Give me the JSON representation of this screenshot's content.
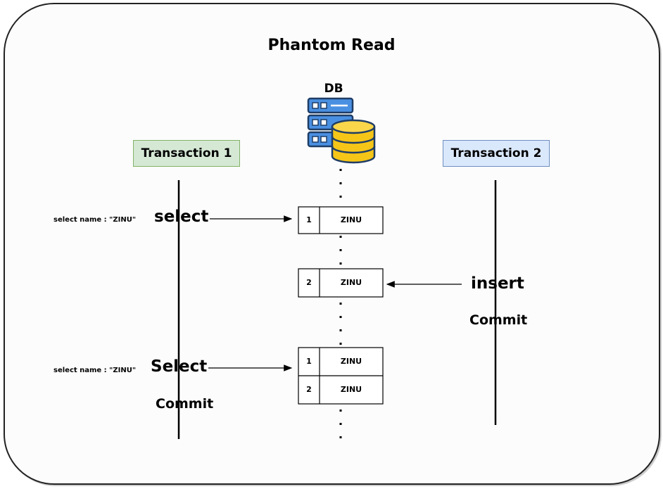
{
  "title": "Phantom Read",
  "db": {
    "label": "DB"
  },
  "transaction1": {
    "label": "Transaction 1",
    "select1_label": "select",
    "select1_query": "select name : \"ZINU\"",
    "select2_label": "Select",
    "select2_query": "select name : \"ZINU\"",
    "commit_label": "Commit"
  },
  "transaction2": {
    "label": "Transaction 2",
    "insert_label": "insert",
    "commit_label": "Commit"
  },
  "tables": {
    "first_read": {
      "row1": {
        "id": "1",
        "name": "ZINU"
      }
    },
    "inserted": {
      "row1": {
        "id": "2",
        "name": "ZINU"
      }
    },
    "second_read": {
      "row1": {
        "id": "1",
        "name": "ZINU"
      },
      "row2": {
        "id": "2",
        "name": "ZINU"
      }
    }
  },
  "colors": {
    "transaction1_fill": "#d5e8d4",
    "transaction1_border": "#82b366",
    "transaction2_fill": "#dae8fc",
    "transaction2_border": "#6c8ebf",
    "server_blue": "#4a90e2",
    "db_yellow": "#f5c518"
  },
  "icons": [
    "server-rack-icon",
    "database-icon"
  ]
}
